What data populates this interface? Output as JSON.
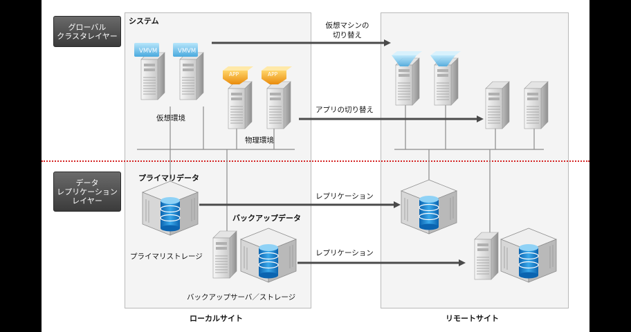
{
  "layers": {
    "global_cluster": [
      "グローバル",
      "クラスタレイヤー"
    ],
    "data_replication": [
      "データ",
      "レプリケーション",
      "レイヤー"
    ]
  },
  "local": {
    "system_heading": "システム",
    "virtual_env": "仮想環境",
    "physical_env": "物理環境",
    "primary_data": "プライマリデータ",
    "backup_data": "バックアップデータ",
    "primary_storage": "プライマリストレージ",
    "backup_server_storage": "バックアップサーバ／ストレージ",
    "site_caption": "ローカルサイト",
    "vm_badge": "VM",
    "app_badge": "APP"
  },
  "remote": {
    "site_caption": "リモートサイト"
  },
  "arrows": {
    "vm_switch": [
      "仮想マシンの",
      "切り替え"
    ],
    "app_switch": "アプリの切り替え",
    "replication_1": "レプリケーション",
    "replication_2": "レプリケーション"
  },
  "colors": {
    "vm_blue": "#6fc3ea",
    "app_orange": "#f3a21b",
    "disk_blue": "#1f8fd6",
    "divider_red": "#d42020",
    "arrow_gray": "#4a4a4a"
  }
}
